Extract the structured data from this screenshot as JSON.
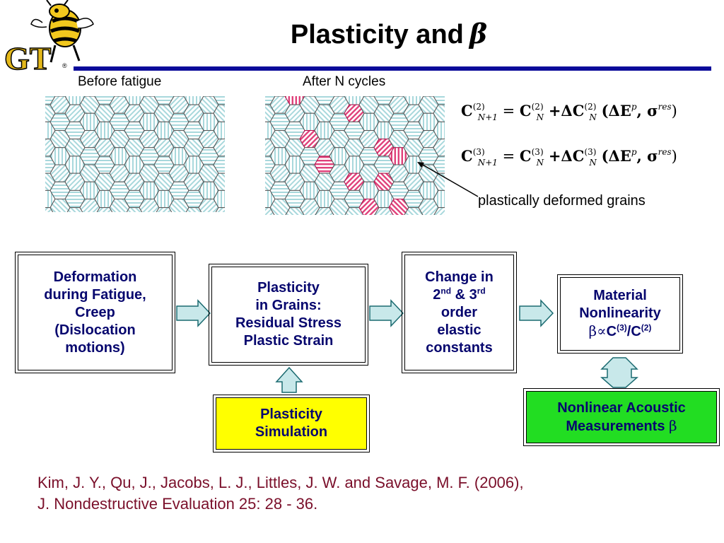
{
  "header": {
    "logo_text": "GT",
    "logo_trademark": "®",
    "title_text": "Plasticity and",
    "title_greek": "β"
  },
  "figures": {
    "before_label": "Before fatigue",
    "after_label": "After N cycles",
    "deformed_label": "plastically deformed grains"
  },
  "equations": {
    "eq1": {
      "lhs_symbol": "C",
      "lhs_sup": "(2)",
      "lhs_sub": "N+1",
      "equals": "=",
      "rhs1_symbol": "C",
      "rhs1_sup": "(2)",
      "rhs1_sub": "N",
      "plus": "+ΔC",
      "rhs2_sup": "(2)",
      "rhs2_sub": "N",
      "args_open": "(ΔE",
      "arg_sup": "p",
      "comma": ", σ",
      "sigma_sup": "res",
      "args_close": ")"
    },
    "eq2": {
      "lhs_symbol": "C",
      "lhs_sup": "(3)",
      "lhs_sub": "N+1",
      "equals": "=",
      "rhs1_symbol": "C",
      "rhs1_sup": "(3)",
      "rhs1_sub": "N",
      "plus": "+ΔC",
      "rhs2_sup": "(3)",
      "rhs2_sub": "N",
      "args_open": "(ΔE",
      "arg_sup": "p",
      "comma": ", σ",
      "sigma_sup": "res",
      "args_close": ")"
    }
  },
  "flow": {
    "deformation": [
      "Deformation",
      "during Fatigue,",
      "Creep",
      "(Dislocation",
      "motions)"
    ],
    "grains": [
      "Plasticity",
      "in Grains:",
      "Residual Stress",
      "Plastic Strain"
    ],
    "change": {
      "line1": "Change in",
      "line2_num": "2",
      "line2_sup1": "nd",
      "line2_mid": " & 3",
      "line2_sup2": "rd",
      "line3": "order",
      "line4": "elastic",
      "line5": "constants"
    },
    "material": {
      "line1": "Material",
      "line2": "Nonlinearity",
      "beta": "β",
      "prop": "∝",
      "c": "C",
      "sup3": "(3)",
      "slash": "/C",
      "sup2": "(2)"
    },
    "simulation": [
      "Plasticity",
      "Simulation"
    ],
    "measure": {
      "line1": "Nonlinear Acoustic",
      "line2": "Measurements",
      "beta": "β"
    }
  },
  "citation": {
    "line1": "Kim, J. Y., Qu, J., Jacobs, L. J., Littles, J. W. and Savage, M. F. (2006),",
    "line2": "J. Nondestructive Evaluation 25: 28 - 36."
  },
  "colors": {
    "title_rule": "#0a0a9a",
    "box_text": "#06066e",
    "grain_fill": "#a8d8dc",
    "deformed_fill": "#e0407a",
    "simulation_fill": "#ffff00",
    "measure_fill": "#22dd22",
    "citation": "#7a0f2a",
    "arrow_fill": "#c8e8ea"
  }
}
